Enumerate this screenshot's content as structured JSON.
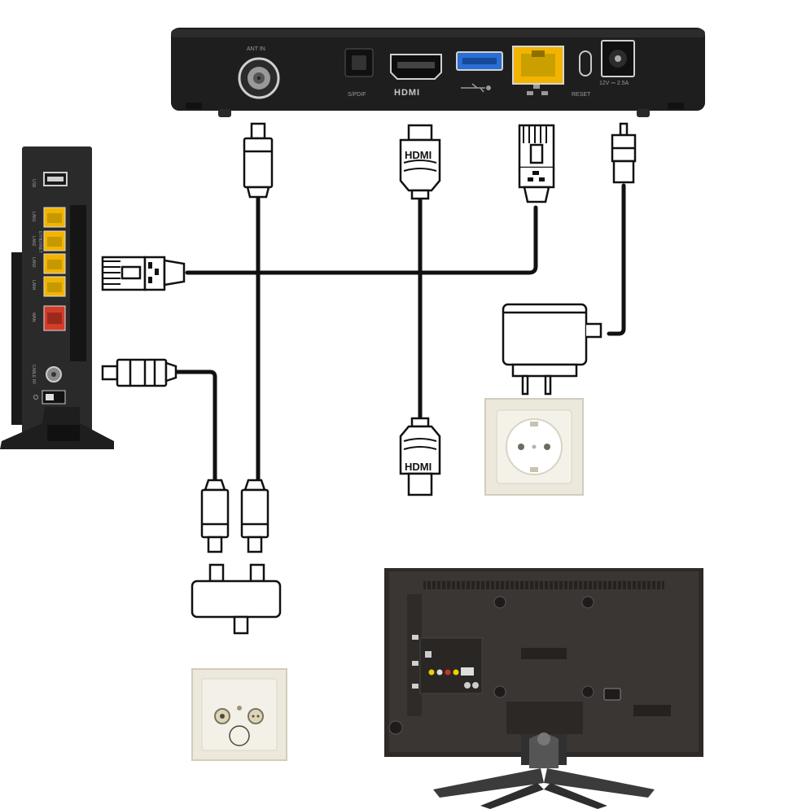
{
  "settop_box": {
    "labels": {
      "ant_in": "ANT IN",
      "s_pdif": "S/PDIF",
      "hdmi": "HDMI",
      "reset": "RESET",
      "power": "12V ⎓ 2.5A"
    }
  },
  "modem": {
    "labels": {
      "usb": "USB",
      "lan1": "LAN1",
      "lan2": "LAN2",
      "ethernet": "ETHERNET",
      "lan3": "LAN3",
      "lan4": "LAN4",
      "wan": "WAN",
      "cable_rf": "CABLE RF"
    }
  },
  "cables": {
    "hdmi_top_label": "HDMI",
    "hdmi_bottom_label": "HDMI"
  },
  "icons": [
    "coax-plug-icon",
    "hdmi-plug-icon",
    "ethernet-plug-icon",
    "power-plug-icon",
    "network-icon",
    "splitter-icon",
    "wall-socket-icon",
    "antenna-socket-icon"
  ],
  "colors": {
    "box_body": "#1f1f1f",
    "lan_port": "#f2b400",
    "wan_port": "#d43c2a",
    "usb_blue": "#2b6fd4",
    "socket": "#ece8dc",
    "tv_body": "#3a3634",
    "cable": "#111111"
  }
}
